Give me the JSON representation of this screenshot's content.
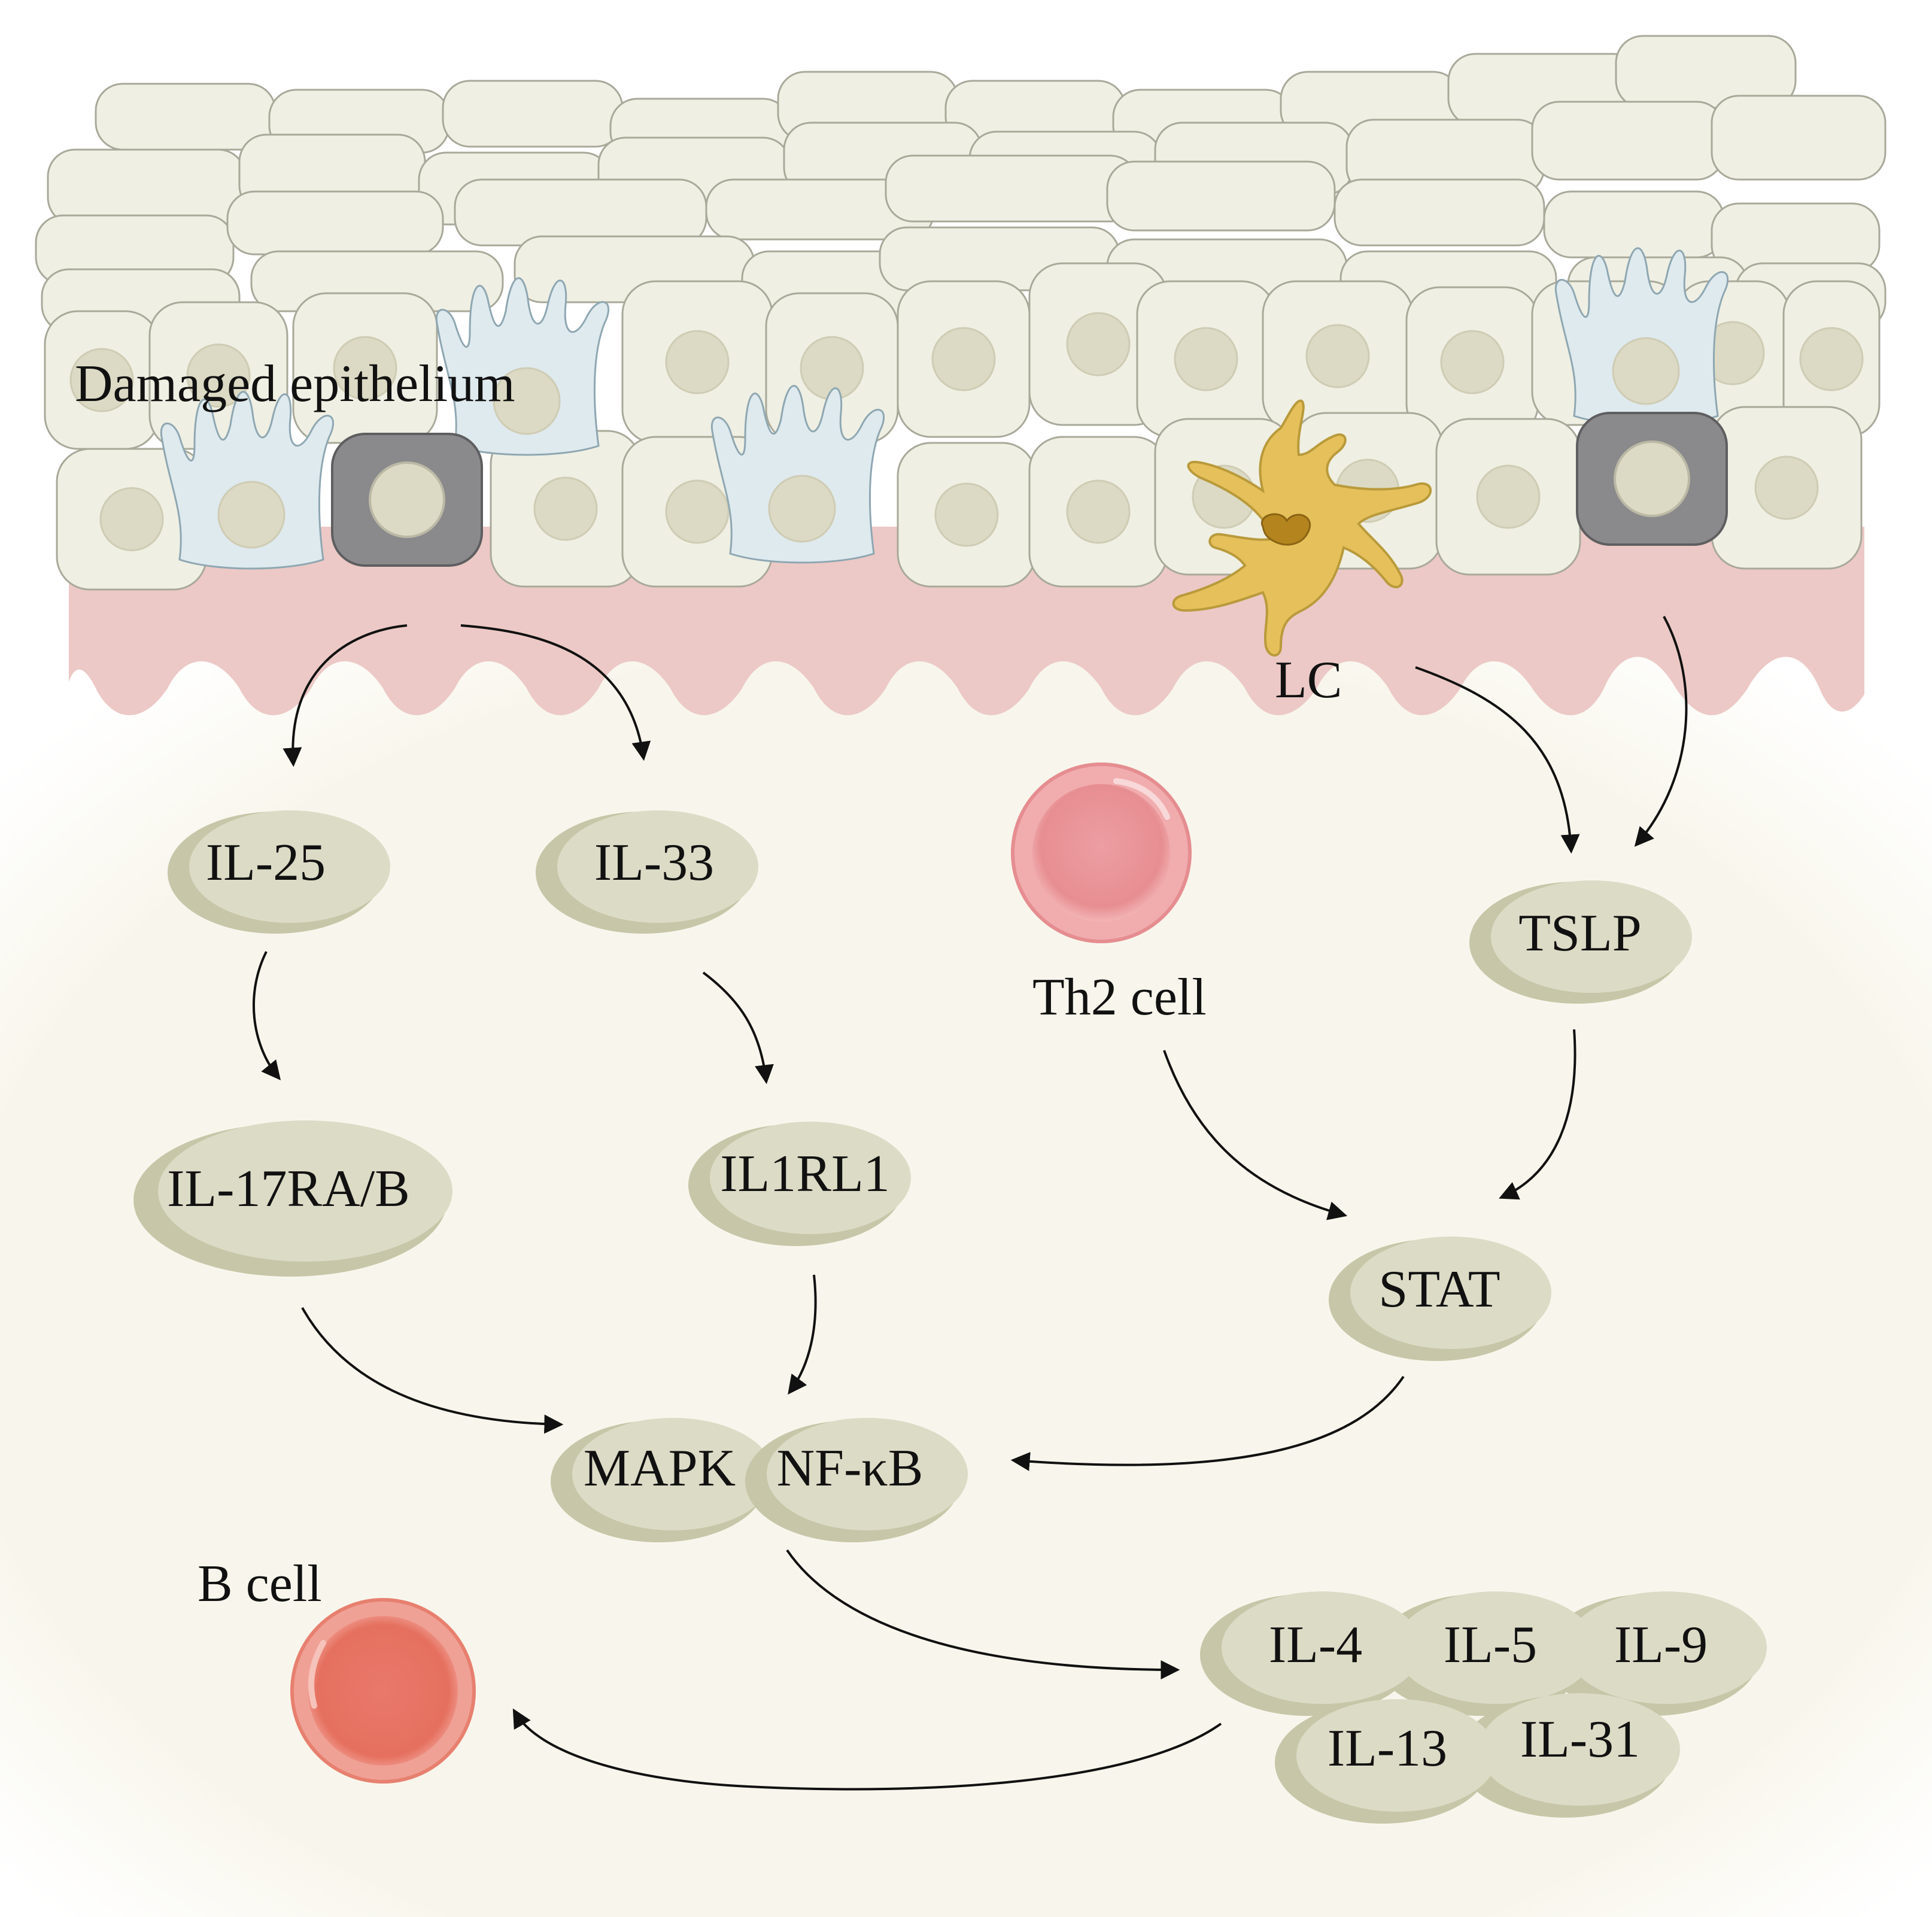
{
  "labels": {
    "damaged_epithelium": "Damaged epithelium",
    "lc": "LC",
    "th2_cell": "Th2 cell",
    "b_cell": "B cell"
  },
  "nodes": {
    "il25": "IL-25",
    "il33": "IL-33",
    "tslp": "TSLP",
    "il17rab": "IL-17RA/B",
    "il1rl1": "IL1RL1",
    "stat": "STAT",
    "mapk": "MAPK",
    "nfkb": "NF-κB",
    "il4": "IL-4",
    "il5": "IL-5",
    "il9": "IL-9",
    "il13": "IL-13",
    "il31": "IL-31"
  },
  "colors": {
    "node_fill": "#dcdbc6",
    "node_shadow": "#c7c6a8",
    "keratinocyte": "#efefe3",
    "cell_outline": "#a9a99a",
    "nucleus": "#dcdac4",
    "dermis": "#f8f6ec",
    "basement_membrane": "#ecc9c6",
    "melanocyte": "#dfeaee",
    "dark_cell": "#8a8a8c",
    "langerhans_cell": "#e6c05a",
    "th2_cell": "#eb9a9c",
    "b_cell": "#e67768"
  },
  "icons": [
    "keratinocyte",
    "melanocyte",
    "apoptotic-cell",
    "langerhans-cell",
    "th2-cell-icon",
    "b-cell-icon"
  ]
}
